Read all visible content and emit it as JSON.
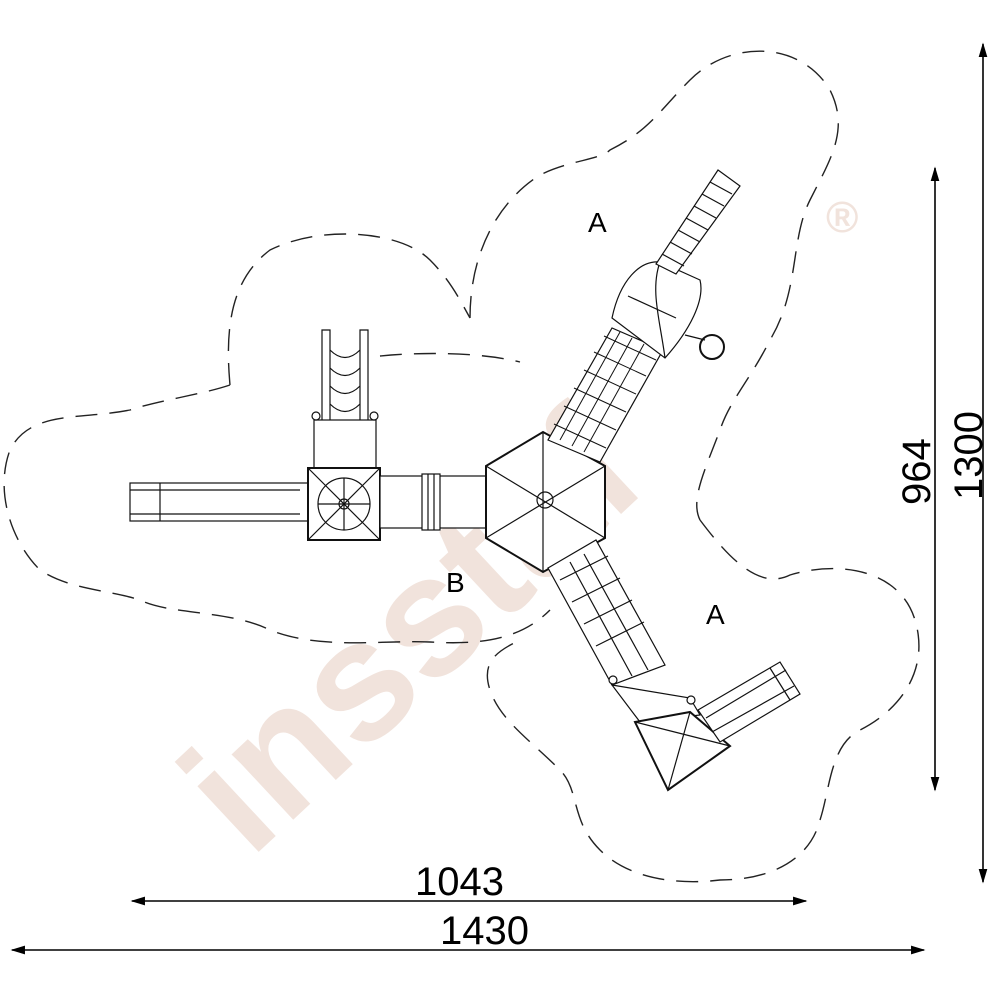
{
  "watermark": {
    "text": "insstaf",
    "registered_mark": "®",
    "color": "#f1e3dc"
  },
  "zones": [
    {
      "id": "zone-a-top",
      "label": "A"
    },
    {
      "id": "zone-b",
      "label": "B"
    },
    {
      "id": "zone-a-bottom",
      "label": "A"
    }
  ],
  "dimensions": {
    "inner_width": "1043",
    "total_width": "1430",
    "inner_height": "964",
    "total_height": "1300"
  },
  "colors": {
    "line": "#111111",
    "watermark": "#f1e3dc",
    "background": "#ffffff"
  }
}
